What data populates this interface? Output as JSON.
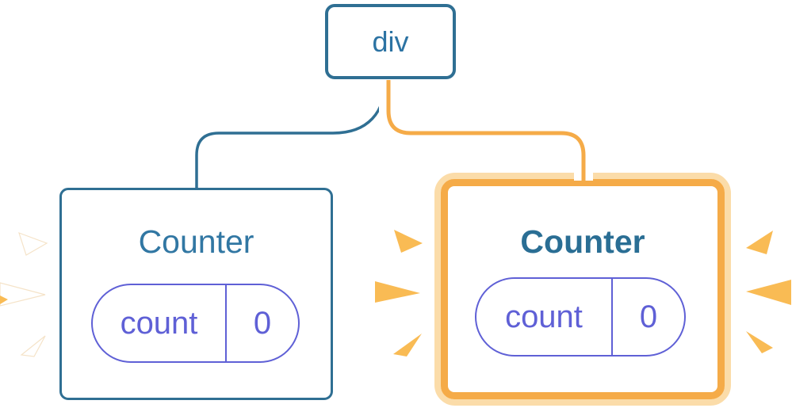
{
  "diagram": {
    "description": "React component tree: a div root renders two Counter components; the second Counter is highlighted as re-rendered",
    "root": {
      "label": "div"
    },
    "children": [
      {
        "title": "Counter",
        "highlighted": false,
        "state": {
          "key": "count",
          "value": "0"
        }
      },
      {
        "title": "Counter",
        "highlighted": true,
        "state": {
          "key": "count",
          "value": "0"
        }
      }
    ]
  },
  "colors": {
    "blue": "#2F6F93",
    "div_text": "#2C73A3",
    "title_left": "#3177A3",
    "title_right": "#2A6E94",
    "purple": "#5F60D6",
    "orange_dark": "#F5AB48",
    "orange_light": "#FBDCA9",
    "sparkle_orange": "#F9BB54",
    "card_bg": "#FFFFFF"
  }
}
